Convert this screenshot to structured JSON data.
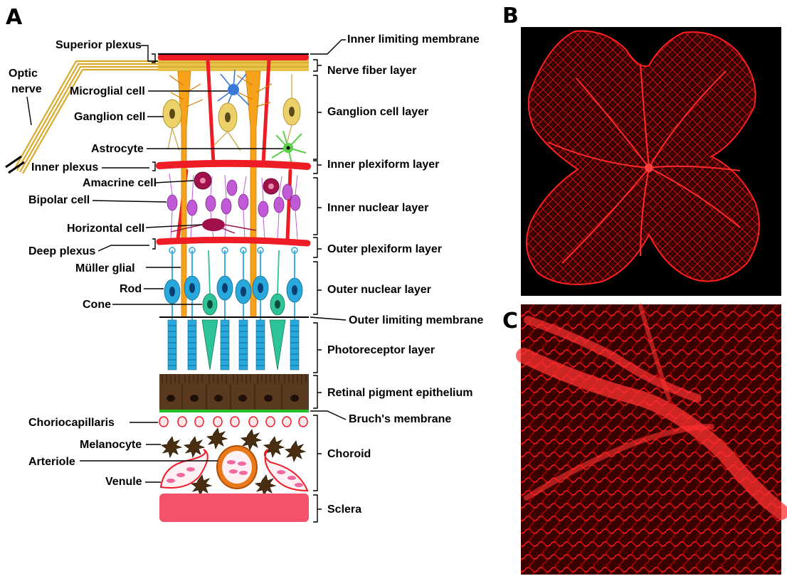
{
  "panels": {
    "a": "A",
    "b": "B",
    "c": "C"
  },
  "left_labels": {
    "superior_plexus": "Superior plexus",
    "optic": "Optic",
    "nerve": "nerve",
    "microglial_cell": "Microglial cell",
    "ganglion_cell": "Ganglion cell",
    "astrocyte": "Astrocyte",
    "inner_plexus": "Inner plexus",
    "amacrine_cell": "Amacrine cell",
    "bipolar_cell": "Bipolar cell",
    "horizontal_cell": "Horizontal cell",
    "deep_plexus": "Deep plexus",
    "muller_glial": "Müller glial",
    "rod": "Rod",
    "cone": "Cone",
    "choriocapillaris": "Choriocapillaris",
    "melanocyte": "Melanocyte",
    "arteriole": "Arteriole",
    "venule": "Venule"
  },
  "layer_labels": {
    "inner_limiting_membrane": "Inner limiting membrane",
    "nerve_fiber_layer": "Nerve fiber layer",
    "ganglion_cell_layer": "Ganglion cell layer",
    "inner_plexiform_layer": "Inner plexiform layer",
    "inner_nuclear_layer": "Inner nuclear layer",
    "outer_plexiform_layer": "Outer plexiform layer",
    "outer_nuclear_layer": "Outer nuclear layer",
    "outer_limiting_membrane": "Outer limiting membrane",
    "photoreceptor_layer": "Photoreceptor layer",
    "retinal_pigment_epithelium": "Retinal pigment epithelium",
    "bruchs_membrane": "Bruch's membrane",
    "choroid": "Choroid",
    "sclera": "Sclera"
  },
  "colors": {
    "vessel": "#ee1c24",
    "nerve_fiber": "#e8c34a",
    "muller": "#f7a21b",
    "ganglion": "#ecd06a",
    "microglia": "#3a78d8",
    "astrocyte": "#5bd04a",
    "amacrine": "#a0104a",
    "bipolar": "#c25ad8",
    "rod": "#29a8dc",
    "cone": "#2ec49a",
    "rpe": "#5a3a1e",
    "bruch": "#22c022",
    "sclera": "#f4516a",
    "micrograph_bg": "#000000",
    "micrograph_red": "#e00000"
  }
}
